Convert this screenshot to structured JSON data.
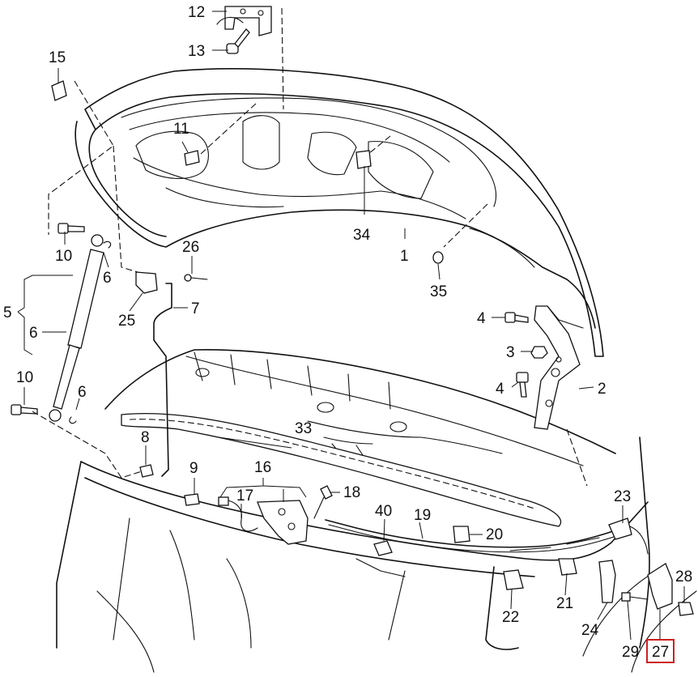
{
  "diagram": {
    "callouts": [
      {
        "id": "1",
        "label": "1"
      },
      {
        "id": "2",
        "label": "2"
      },
      {
        "id": "3",
        "label": "3"
      },
      {
        "id": "4a",
        "label": "4"
      },
      {
        "id": "4b",
        "label": "4"
      },
      {
        "id": "5",
        "label": "5"
      },
      {
        "id": "6a",
        "label": "6"
      },
      {
        "id": "6b",
        "label": "6"
      },
      {
        "id": "6c",
        "label": "6"
      },
      {
        "id": "7",
        "label": "7"
      },
      {
        "id": "8",
        "label": "8"
      },
      {
        "id": "9",
        "label": "9"
      },
      {
        "id": "10a",
        "label": "10"
      },
      {
        "id": "10b",
        "label": "10"
      },
      {
        "id": "11",
        "label": "11"
      },
      {
        "id": "12",
        "label": "12"
      },
      {
        "id": "13",
        "label": "13"
      },
      {
        "id": "15",
        "label": "15"
      },
      {
        "id": "16",
        "label": "16"
      },
      {
        "id": "17",
        "label": "17"
      },
      {
        "id": "18",
        "label": "18"
      },
      {
        "id": "19",
        "label": "19"
      },
      {
        "id": "20",
        "label": "20"
      },
      {
        "id": "21",
        "label": "21"
      },
      {
        "id": "22",
        "label": "22"
      },
      {
        "id": "23",
        "label": "23"
      },
      {
        "id": "24",
        "label": "24"
      },
      {
        "id": "25",
        "label": "25"
      },
      {
        "id": "26",
        "label": "26"
      },
      {
        "id": "27",
        "label": "27"
      },
      {
        "id": "28",
        "label": "28"
      },
      {
        "id": "29",
        "label": "29"
      },
      {
        "id": "33",
        "label": "33"
      },
      {
        "id": "34",
        "label": "34"
      },
      {
        "id": "35",
        "label": "35"
      },
      {
        "id": "40",
        "label": "40"
      }
    ],
    "highlighted_callout": "27",
    "highlight_color": "#cc1f1f"
  }
}
